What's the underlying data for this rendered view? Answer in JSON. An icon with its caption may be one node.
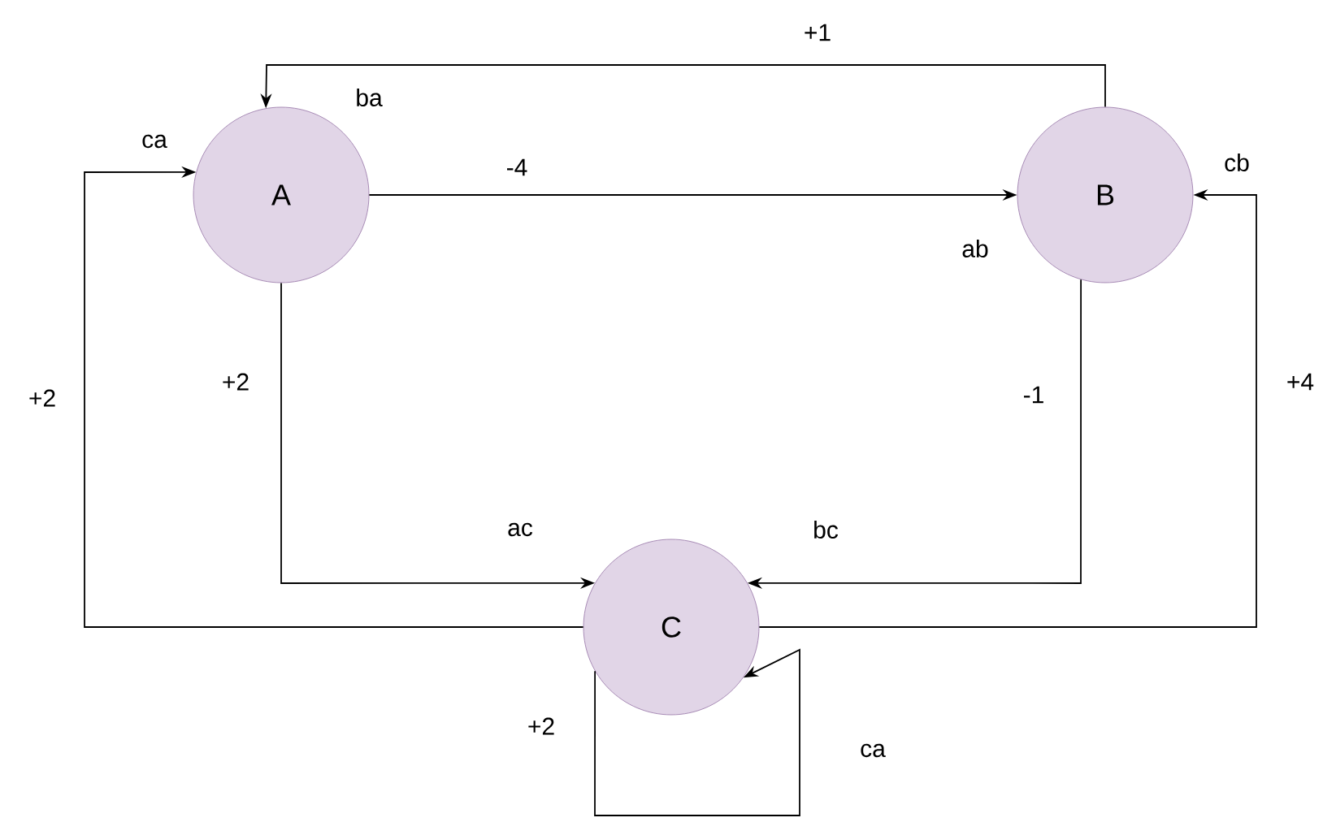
{
  "diagram": {
    "nodes": [
      {
        "text": [
          "A"
        ]
      },
      {
        "text": [
          "B"
        ]
      },
      {
        "text": [
          "C"
        ]
      }
    ],
    "edges": [
      {
        "from": 0,
        "to": 1,
        "arrow": "to",
        "label": "-4"
      },
      {
        "from": 1,
        "to": 0,
        "arrow": "to",
        "label": "+1"
      },
      {
        "from": 0,
        "to": 2,
        "arrow": "to",
        "label": "+2"
      },
      {
        "from": 1,
        "to": 2,
        "arrow": "to",
        "label": "-1"
      },
      {
        "from": 2,
        "to": 0,
        "arrow": "to",
        "label": "+2"
      },
      {
        "from": 2,
        "to": 1,
        "arrow": "to",
        "label": "+4"
      },
      {
        "from": 2,
        "to": 2,
        "arrow": "to",
        "label": "+2"
      }
    ],
    "labels": [
      "ba",
      "ca",
      "cb",
      "ab",
      "ac",
      "bc",
      "ca"
    ]
  }
}
